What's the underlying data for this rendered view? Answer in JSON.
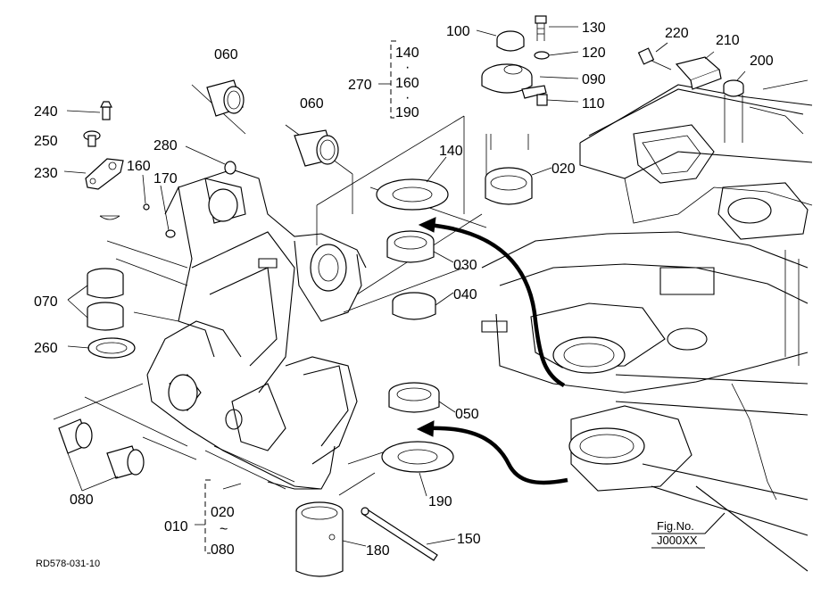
{
  "diagram": {
    "callouts": [
      {
        "id": "c100",
        "text": "100"
      },
      {
        "id": "c130",
        "text": "130"
      },
      {
        "id": "c120",
        "text": "120"
      },
      {
        "id": "c090",
        "text": "090"
      },
      {
        "id": "c110",
        "text": "110"
      },
      {
        "id": "c220",
        "text": "220"
      },
      {
        "id": "c210",
        "text": "210"
      },
      {
        "id": "c200",
        "text": "200"
      },
      {
        "id": "c060a",
        "text": "060"
      },
      {
        "id": "c060b",
        "text": "060"
      },
      {
        "id": "c240",
        "text": "240"
      },
      {
        "id": "c250",
        "text": "250"
      },
      {
        "id": "c230",
        "text": "230"
      },
      {
        "id": "c280",
        "text": "280"
      },
      {
        "id": "c160",
        "text": "160"
      },
      {
        "id": "c170",
        "text": "170"
      },
      {
        "id": "c140",
        "text": "140"
      },
      {
        "id": "c020",
        "text": "020"
      },
      {
        "id": "c030",
        "text": "030"
      },
      {
        "id": "c040",
        "text": "040"
      },
      {
        "id": "c070",
        "text": "070"
      },
      {
        "id": "c260",
        "text": "260"
      },
      {
        "id": "c050",
        "text": "050"
      },
      {
        "id": "c190",
        "text": "190"
      },
      {
        "id": "c080",
        "text": "080"
      },
      {
        "id": "c180",
        "text": "180"
      },
      {
        "id": "c150",
        "text": "150"
      }
    ],
    "group_270": {
      "label": "270",
      "items": [
        "140",
        "160",
        "190"
      ]
    },
    "group_010": {
      "label": "010",
      "range_start": "020",
      "range_sep": "~",
      "range_end": "080"
    },
    "fig_label": "Fig.No.",
    "fig_number": "J000XX",
    "drawing_code": "RD578-031-10"
  }
}
